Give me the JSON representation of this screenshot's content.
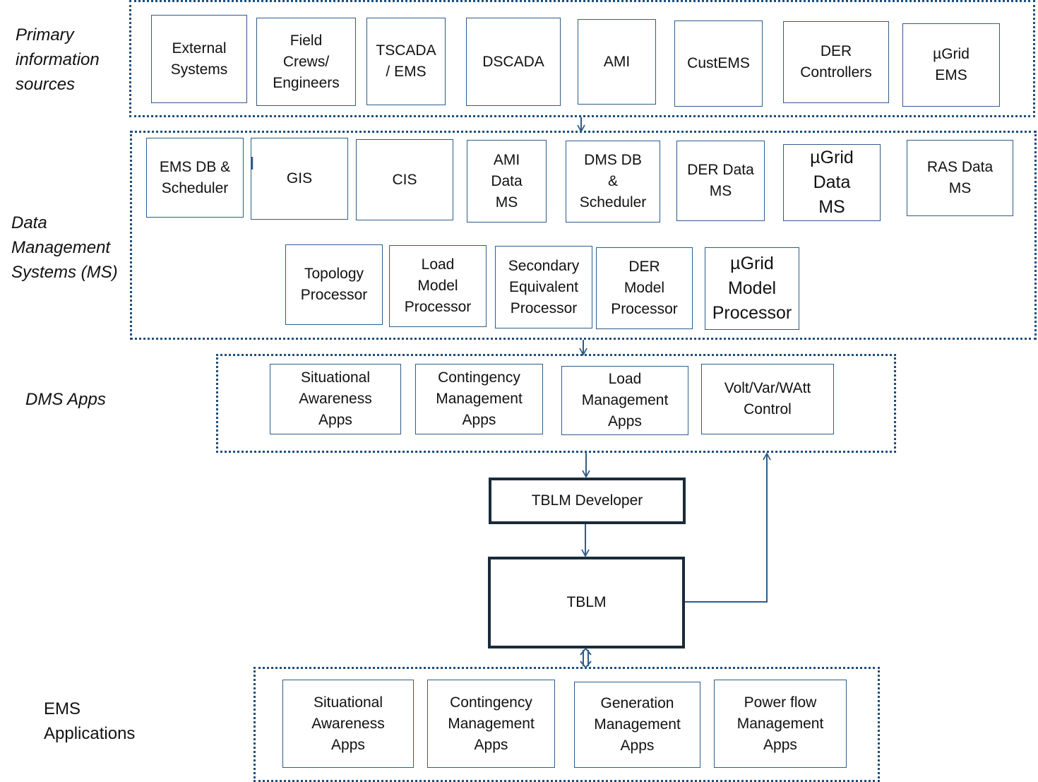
{
  "colors": {
    "group_border": "#1f4e79",
    "box_border": "#2e5c8a",
    "arrow": "#2e5c8a",
    "heavy_border": "#1a2a3a"
  },
  "labels": {
    "primary": "Primary\ninformation\nsources",
    "data_mgmt": "Data\nManagement\nSystems (MS)",
    "dms_apps": "DMS Apps",
    "ems_apps": "EMS\nApplications"
  },
  "primary_sources": [
    "External\nSystems",
    "Field\nCrews/\nEngineers",
    "TSCADA\n/ EMS",
    "DSCADA",
    "AMI",
    "CustEMS",
    "DER\nControllers",
    "µGrid\nEMS"
  ],
  "data_systems_row1": [
    "EMS DB &\nScheduler",
    "GIS",
    "CIS",
    "AMI\nData\nMS",
    "DMS DB\n&\nScheduler",
    "DER Data\nMS",
    "µGrid\nData\nMS",
    "RAS Data\nMS"
  ],
  "data_systems_row2": [
    "Topology\nProcessor",
    "Load\nModel\nProcessor",
    "Secondary\nEquivalent\nProcessor",
    "DER\nModel\nProcessor",
    "µGrid\nModel\nProcessor"
  ],
  "dms_apps": [
    "Situational\nAwareness\nApps",
    "Contingency\nManagement\nApps",
    "Load\nManagement\nApps",
    "Volt/Var/WAtt\nControl"
  ],
  "tblm_developer": "TBLM Developer",
  "tblm": "TBLM",
  "ems_apps": [
    "Situational\nAwareness\nApps",
    "Contingency\nManagement\nApps",
    "Generation\nManagement\nApps",
    "Power flow\nManagement\nApps"
  ]
}
